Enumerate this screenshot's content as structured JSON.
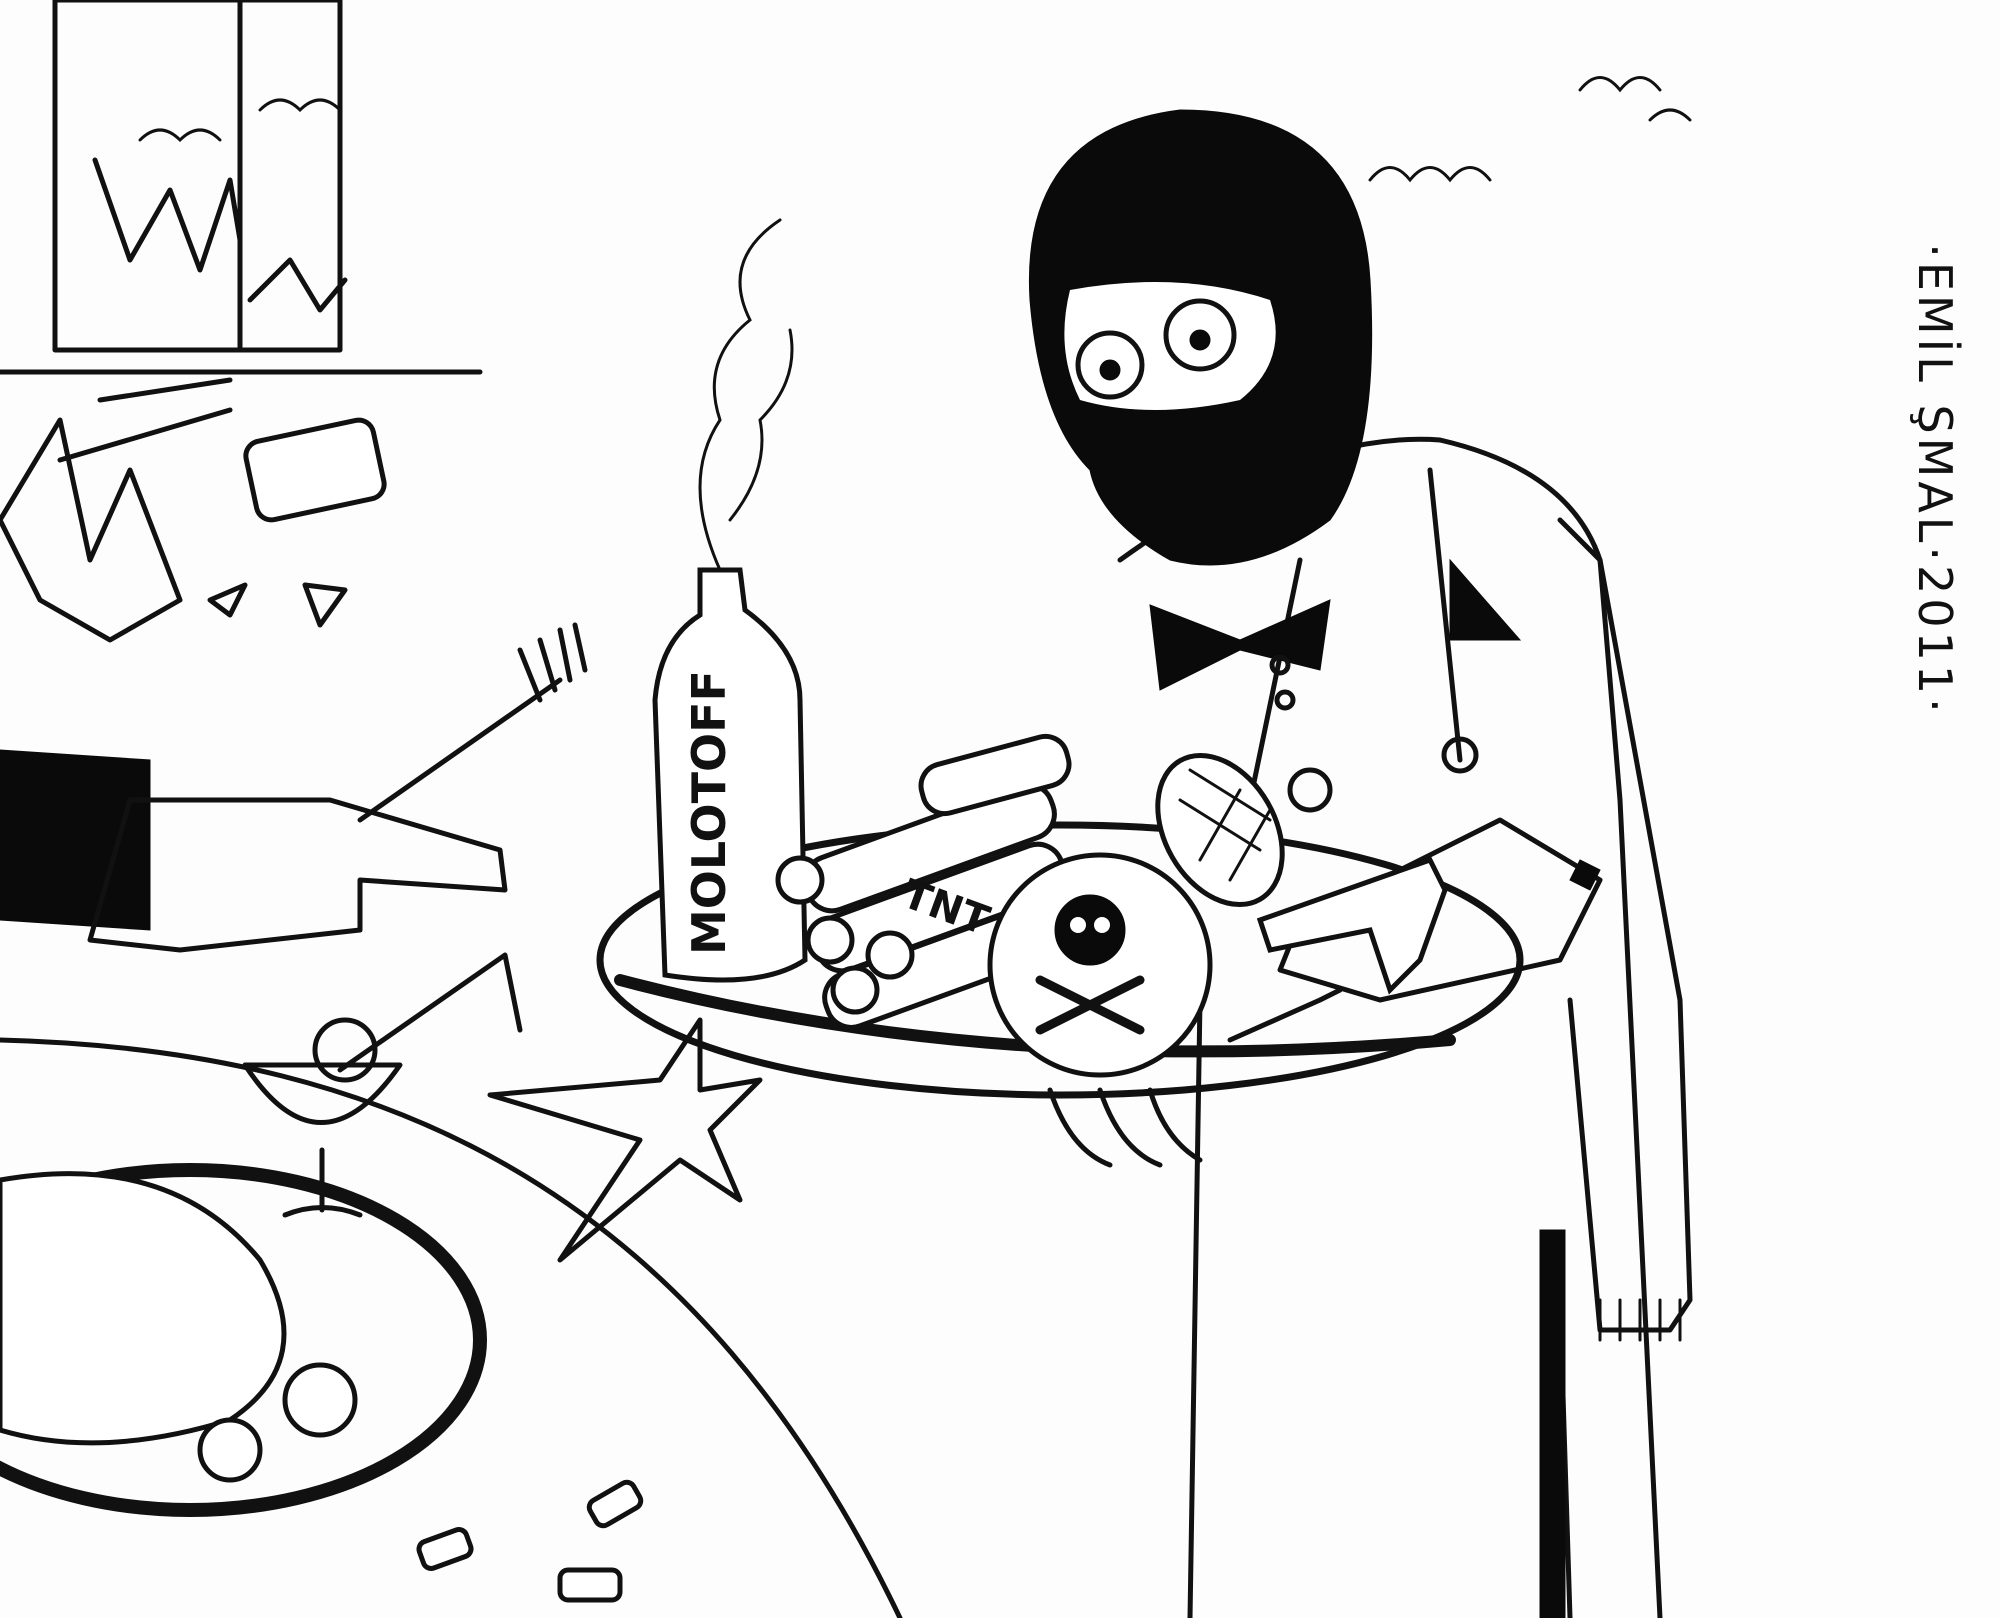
{
  "illustration": {
    "bottle_label": "MOLOTOFF",
    "dynamite_label": "TNT",
    "signature": "·EMİL ŞMAL·2011·"
  }
}
